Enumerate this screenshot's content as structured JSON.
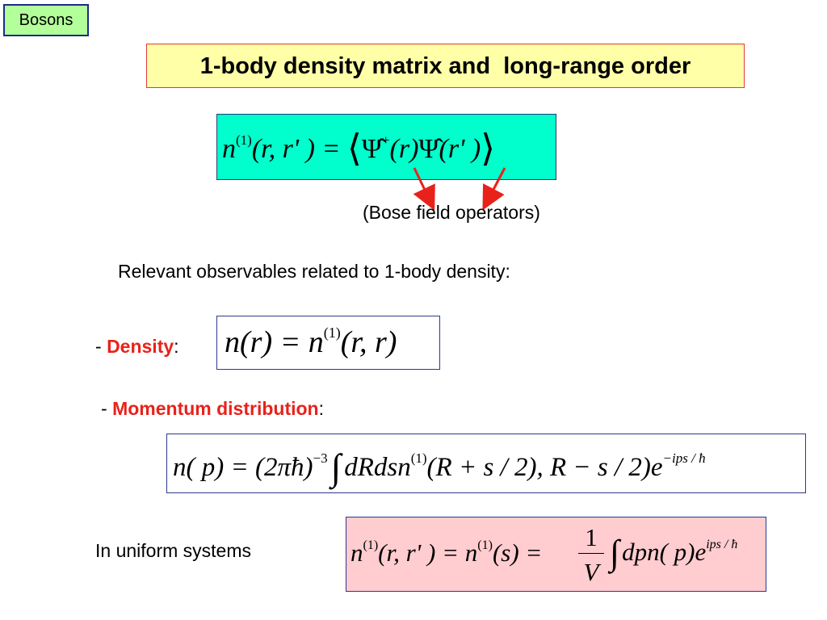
{
  "tag": "Bosons",
  "title": "1-body density matrix and  long-range order",
  "eq1": {
    "lhs": "n",
    "sup": "(1)",
    "args": "(r, r' ) = ",
    "open": "⟨",
    "psi1": "Ψ̂",
    "psi1_sup": "+",
    "psi1_arg": "(r)",
    "psi2": "Ψ̂",
    "psi2_arg": "(r' )",
    "close": "⟩"
  },
  "annotation": "(Bose field operators)",
  "observables_heading": "Relevant observables related to 1-body density:",
  "density": {
    "prefix": "- ",
    "label": "Density",
    "suffix": ":",
    "formula_a": "n(r) = n",
    "formula_sup": "(1)",
    "formula_b": "(r, r)"
  },
  "momentum": {
    "prefix": "- ",
    "label": "Momentum distribution",
    "suffix": ":",
    "formula_a": "n( p) = (2πħ)",
    "formula_sup1": "−3",
    "integral": "∫",
    "formula_b": "dRdsn",
    "formula_sup2": "(1)",
    "formula_c": "(R + s / 2), R − s / 2)e",
    "formula_sup3": "−ips / ħ"
  },
  "uniform": {
    "label": "In uniform systems",
    "formula_a": "n",
    "sup1": "(1)",
    "formula_b": "(r, r' ) = n",
    "sup2": "(1)",
    "formula_c": "(s) = ",
    "num": "1",
    "den": "V",
    "integral": "∫",
    "formula_d": "dpn( p)e",
    "sup3": "ips / ħ"
  },
  "colors": {
    "tag_bg": "#b3ff99",
    "title_bg": "#ffffa8",
    "eq1_bg": "#00ffcc",
    "uniform_bg": "#ffccd0",
    "label_red": "#e8221b"
  }
}
